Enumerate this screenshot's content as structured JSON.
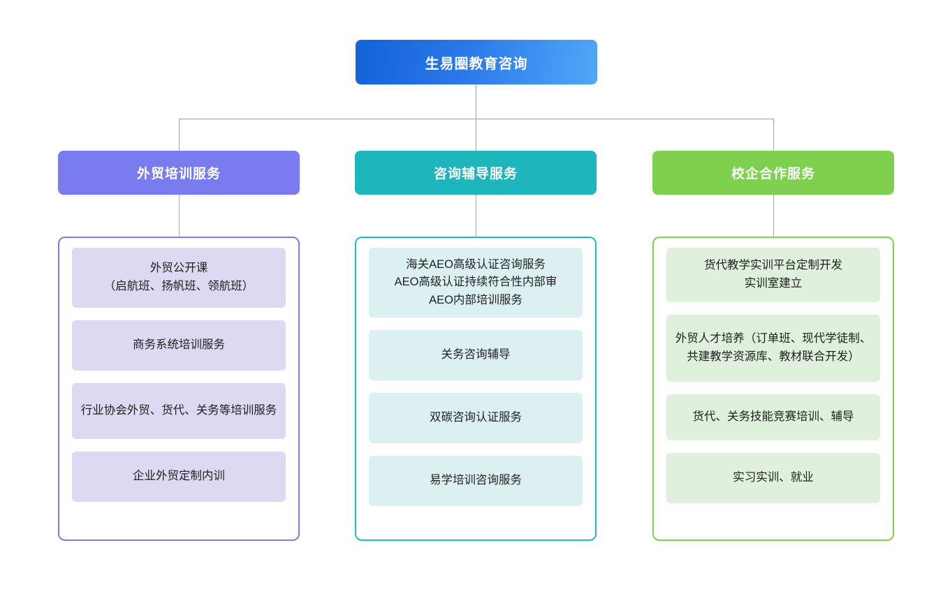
{
  "diagram": {
    "type": "organization-tree",
    "root": {
      "label": "生易圈教育咨询",
      "color": "#1362d8",
      "color_end": "#51a7f7"
    },
    "branches": [
      {
        "label": "外贸培训服务",
        "header_color": "#7b7bf0",
        "border_color": "#7b7bf0",
        "item_color": "#ddd9f2",
        "items": [
          "外贸公开课\n（启航班、扬帆班、领航班）",
          "商务系统培训服务",
          "行业协会外贸、货代、关务等培训服务",
          "企业外贸定制内训"
        ]
      },
      {
        "label": "咨询辅导服务",
        "header_color": "#1fb5bd",
        "border_color": "#1fbcc2",
        "item_color": "#ddf0f1",
        "items": [
          "海关AEO高级认证咨询服务\nAEO高级认证持续符合性内部审\nAEO内部培训服务",
          "关务咨询辅导",
          "双碳咨询认证服务",
          "易学培训咨询服务"
        ]
      },
      {
        "label": "校企合作服务",
        "header_color": "#7ed04e",
        "border_color": "#7ed04e",
        "item_color": "#dff0dc",
        "items": [
          "货代教学实训平台定制开发\n实训室建立",
          "外贸人才培养（订单班、现代学徒制、共建教学资源库、教材联合开发）",
          "货代、关务技能竞赛培训、辅导",
          "实习实训、就业"
        ]
      }
    ],
    "connector_color": "#9aa4ad"
  }
}
